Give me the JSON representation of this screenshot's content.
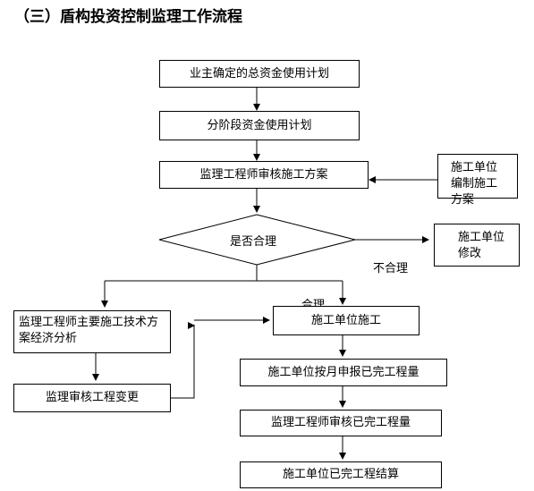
{
  "title": "（三）盾构投资控制监理工作流程",
  "nodes": {
    "owner_plan": "业主确定的总资金使用计划",
    "phase_plan": "分阶段资金使用计划",
    "review_plan": "监理工程师审核施工方案",
    "contractor_prepare": "施工单位编制施工方案",
    "is_reasonable": "是否合理",
    "contractor_modify": "施工单位修改",
    "tech_econ_analysis": "监理工程师主要施工技术方案经济分析",
    "review_change": "监理审核工程变更",
    "contractor_construct": "施工单位施工",
    "monthly_report": "施工单位按月申报已完工程量",
    "review_quantity": "监理工程师审核已完工程量",
    "settlement": "施工单位已完工程结算"
  },
  "edge_labels": {
    "unreasonable": "不合理",
    "reasonable": "合理"
  }
}
